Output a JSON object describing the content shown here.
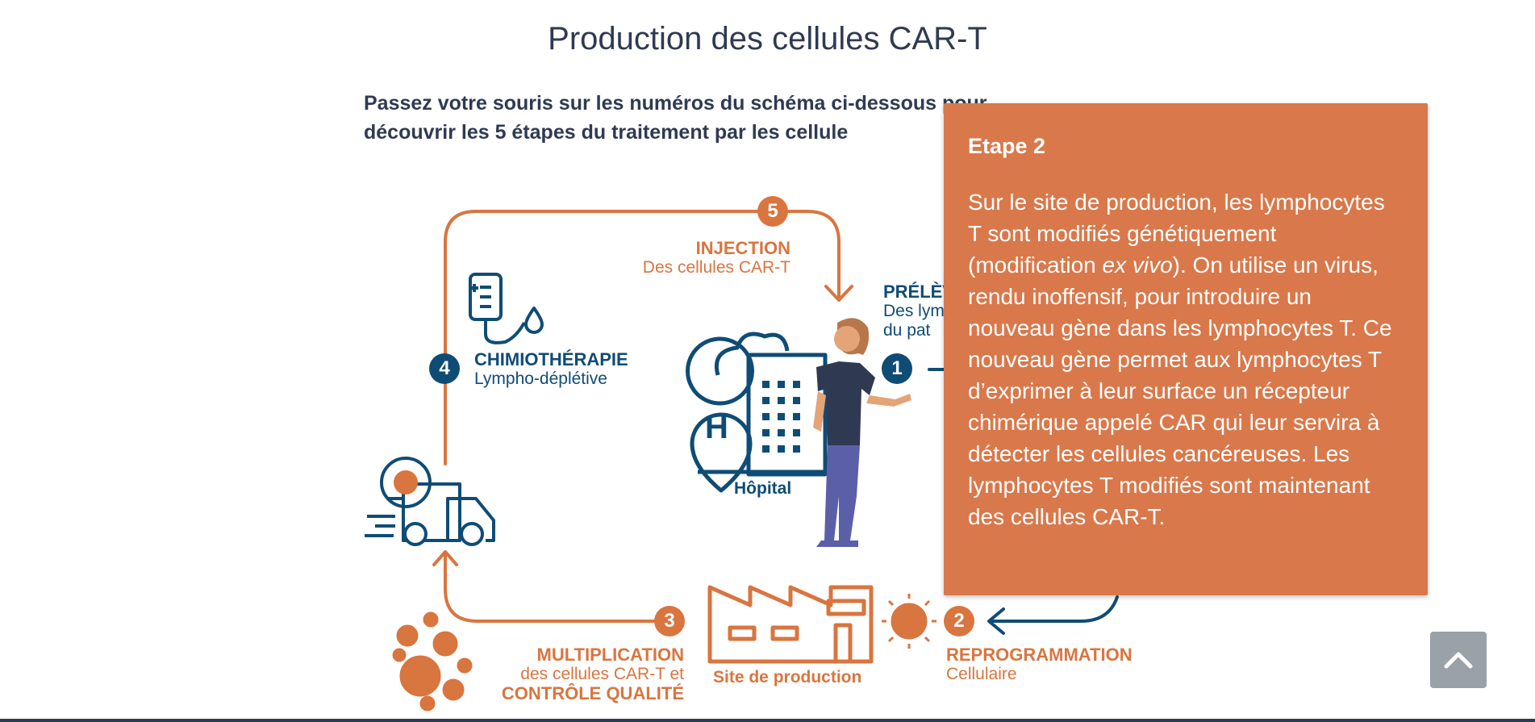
{
  "page": {
    "title": "Production des cellules CAR-T",
    "intro_line1": "Passez votre souris sur les numéros du schéma ci-dessous pour",
    "intro_line2": "découvrir les 5 étapes du traitement par les cellule"
  },
  "diagram": {
    "steps": [
      {
        "number": "1",
        "title": "PRÉLÈV",
        "line1": "Des lym",
        "line2": "du pat"
      },
      {
        "number": "2",
        "title": "REPROGRAMMATION",
        "line1": "Cellulaire"
      },
      {
        "number": "3",
        "title": "MULTIPLICATION",
        "line1": "des cellules CAR-T et",
        "line2": "CONTRÔLE QUALITÉ"
      },
      {
        "number": "4",
        "title": "CHIMIOTHÉRAPIE",
        "line1": "Lympho-déplétive"
      },
      {
        "number": "5",
        "title": "INJECTION",
        "line1": "Des cellules CAR-T"
      }
    ],
    "hospital_label": "Hôpital",
    "hospital_letter": "H",
    "factory_label": "Site de production"
  },
  "tooltip": {
    "title": "Etape 2",
    "body_part1": "Sur le site de production, les lymphocytes T sont modifiés génétiquement (modification ",
    "body_italic": "ex vivo",
    "body_part2": "). On utilise un virus, rendu inoffensif, pour introduire un nouveau gène dans les lymphocytes T. Ce nouveau gène permet aux lymphocytes T d’exprimer à leur surface un récepteur chimérique appelé CAR qui leur servira à détecter les cellules cancéreuses. Les lymphocytes T modifiés sont maintenant des cellules CAR-T."
  },
  "colors": {
    "orange": "#d9753f",
    "navy": "#0f4c75",
    "tooltip_bg": "#d9784a",
    "text": "#2f3a52",
    "scroll_button": "#9aa1a8"
  },
  "icons": {
    "scroll_top": "chevron-up-icon",
    "truck": "truck-icon",
    "iv_bag": "iv-bag-icon",
    "hospital": "hospital-icon",
    "factory": "factory-icon",
    "virus": "virus-icon",
    "person": "person-illustration"
  }
}
